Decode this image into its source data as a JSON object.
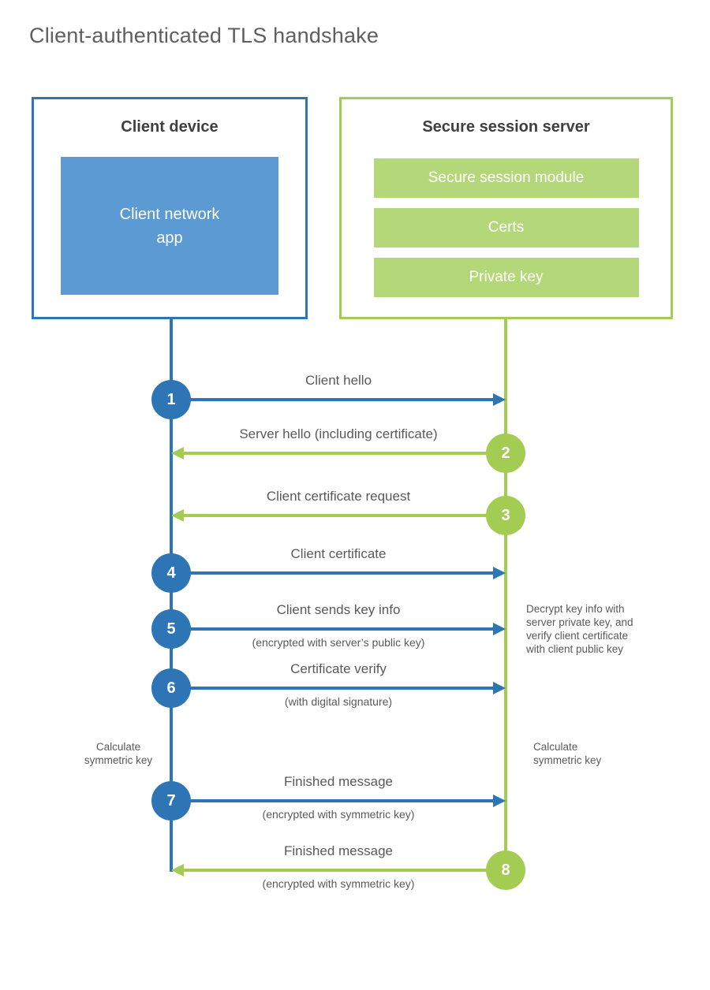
{
  "page": {
    "title": "Client-authenticated TLS handshake"
  },
  "colors": {
    "blue": "#2e75b6",
    "blue_fill": "#5b9ad2",
    "green": "#a4cc52",
    "green_fill": "#b4d77a",
    "label_text": "#595959",
    "heading_text": "#3f3f3f"
  },
  "client_box": {
    "title": "Client device",
    "app_label": "Client network\napp"
  },
  "server_box": {
    "title": "Secure session server",
    "modules": [
      {
        "label": "Secure session module"
      },
      {
        "label": "Certs"
      },
      {
        "label": "Private key"
      }
    ]
  },
  "steps": [
    {
      "num": "1",
      "label": "Client hello",
      "sublabel": "",
      "direction": "client-to-server"
    },
    {
      "num": "2",
      "label": "Server hello (including certificate)",
      "sublabel": "",
      "direction": "server-to-client"
    },
    {
      "num": "3",
      "label": "Client certificate request",
      "sublabel": "",
      "direction": "server-to-client"
    },
    {
      "num": "4",
      "label": "Client certificate",
      "sublabel": "",
      "direction": "client-to-server"
    },
    {
      "num": "5",
      "label": "Client sends key info",
      "sublabel": "(encrypted with server’s public key)",
      "direction": "client-to-server"
    },
    {
      "num": "6",
      "label": "Certificate verify",
      "sublabel": "(with digital signature)",
      "direction": "client-to-server"
    },
    {
      "num": "7",
      "label": "Finished message",
      "sublabel": "(encrypted with symmetric key)",
      "direction": "client-to-server"
    },
    {
      "num": "8",
      "label": "Finished message",
      "sublabel": "(encrypted with symmetric key)",
      "direction": "server-to-client"
    }
  ],
  "annotations": {
    "decrypt_note": "Decrypt key info with\nserver private key, and\nverify client certificate\nwith client public key",
    "calc_left": "Calculate\nsymmetric key",
    "calc_right": "Calculate\nsymmetric key"
  }
}
